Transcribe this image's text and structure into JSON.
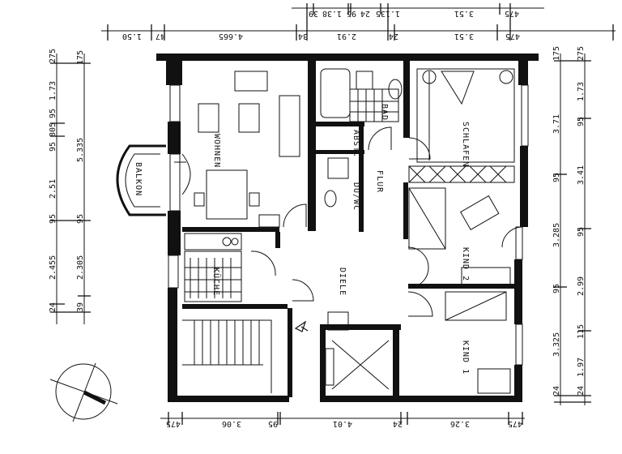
{
  "rooms": {
    "wohnen": "WOHNEN",
    "balkon": "BALKON",
    "kueche": "KÜCHE",
    "bad": "BAD",
    "abst": "ABST.",
    "du_wc": "DU/WC",
    "flur": "FLUR",
    "schlafen": "SCHLAFEN",
    "kind2": "KIND 2",
    "diele": "DIELE",
    "kind1": "KIND 1"
  },
  "dimensions": {
    "top_outer": [
      "39",
      "1.38",
      "95",
      "24",
      "1.135",
      "3.51",
      "475"
    ],
    "top_inner": [
      "1.50",
      "47",
      "4.665",
      "34",
      "2.91",
      "24",
      "3.51",
      "475"
    ],
    "left_outer": [
      "275",
      "1.73",
      "95",
      "805",
      "95",
      "2.51",
      "95",
      "2.455",
      "24"
    ],
    "left_inner": [
      "175",
      "5.335",
      "95",
      "2.305",
      "39"
    ],
    "right_inner": [
      "175",
      "3.71",
      "95",
      "3.285",
      "95",
      "3.325",
      "24"
    ],
    "right_outer": [
      "275",
      "1.73",
      "95",
      "3.41",
      "95",
      "2.99",
      "115",
      "1.97",
      "24"
    ],
    "bottom": [
      "475",
      "3.06",
      "95",
      "4.01",
      "24",
      "3.26",
      "475"
    ]
  },
  "icons": {
    "north_arrow": "compass-north-arrow-icon"
  }
}
